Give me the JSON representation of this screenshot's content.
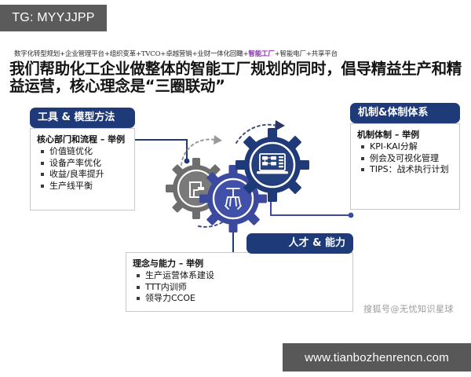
{
  "overlay": {
    "tag_label": "TG: MYYJJPP",
    "tag_bg": "#5b5b5b"
  },
  "slide": {
    "kicker_before": "数字化转型规划+企业管理平台+组织变革+TVCO+卓越营销+业财一体化回瞰+",
    "kicker_highlight": "智能工厂",
    "kicker_after": "+智能电厂+共享平台",
    "headline": "我们帮助化工企业做整体的智能工厂规划的同时，倡导精益生产和精益运营，核心理念是“三圈联动”",
    "accent_navy": "#1f3a78",
    "accent_purple": "#8b2fb5"
  },
  "panels": {
    "tools": {
      "header": "工具 & 模型方法",
      "subtitle": "核心部门和流程 – 举例",
      "bullets": [
        "价值链优化",
        "设备产率优化",
        "收益/良率提升",
        "生产线平衡"
      ]
    },
    "mechanism": {
      "header": "机制&体制体系",
      "subtitle": "机制体制 – 举例",
      "bullets": [
        "KPI-KAI分解",
        "例会及可视化管理",
        "TIPS：战术执行计划"
      ]
    },
    "talent": {
      "header": "人才 & 能力",
      "subtitle": "理念与能力 – 举例",
      "bullets": [
        "生产运营体系建设",
        "TTT内训师",
        "领导力CCOE"
      ]
    }
  },
  "gears": {
    "gray": {
      "name": "tooling-gear",
      "color": "#6e6e6e",
      "icon": "factory-tool-icon"
    },
    "blue": {
      "name": "automation-gear",
      "color": "#3b4a9e",
      "icon": "robot-arm-icon"
    },
    "navy": {
      "name": "digital-gear",
      "color": "#1f3a78",
      "icon": "laptop-flowchart-icon"
    }
  },
  "watermarks": {
    "sohu": "搜狐号@无忧知识星球",
    "site": "www.tianbozhenrencn.com",
    "site_bg": "#585858"
  }
}
